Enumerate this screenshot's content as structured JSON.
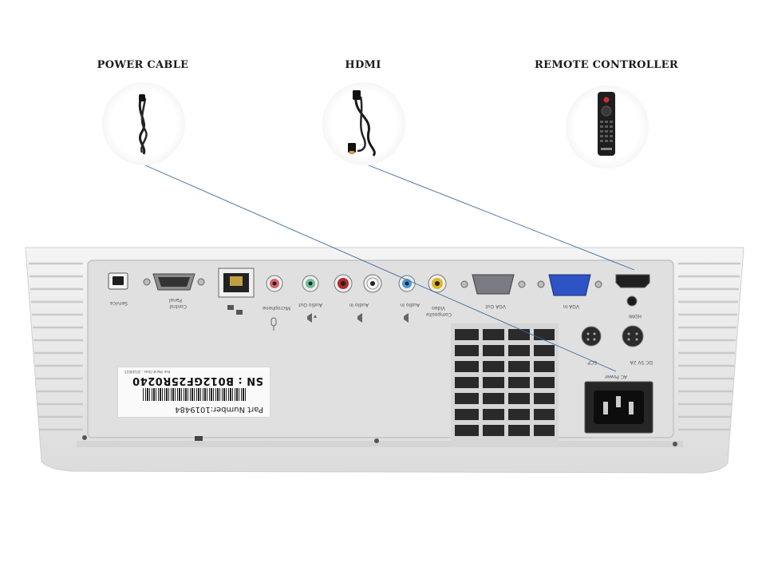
{
  "captions": {
    "power_cable": "POWER CABLE",
    "hdmi": "HDMI",
    "remote_controller": "REMOTE CONTROLLER"
  },
  "ports": {
    "service": "Service",
    "control_panel_1": "Control",
    "control_panel_2": "Panel",
    "microphone": "Microphone",
    "audio_out": "Audio Out",
    "audio_in_1": "Audio In",
    "audio_in_2": "Audio In",
    "composite_video_1": "Composite",
    "composite_video_2": "Video",
    "vga_out": "VGA Out",
    "vga_in": "VGA In",
    "hdmi": "HDMI",
    "dc_5v": "DC 5V 2A",
    "ecp": "ECP",
    "ac_power": "AC Power"
  },
  "sticker": {
    "serial": "SN : B012GF25R0240",
    "part_number": "Part Number:1019484",
    "date_line": "Year Month Date : 2014/8/25"
  },
  "colors": {
    "body": "#e9e9e9",
    "panel": "#dedede",
    "leader_line": "#3b6a9c",
    "vga_in": "#2e53c4",
    "vga_out": "#7a7a82"
  }
}
